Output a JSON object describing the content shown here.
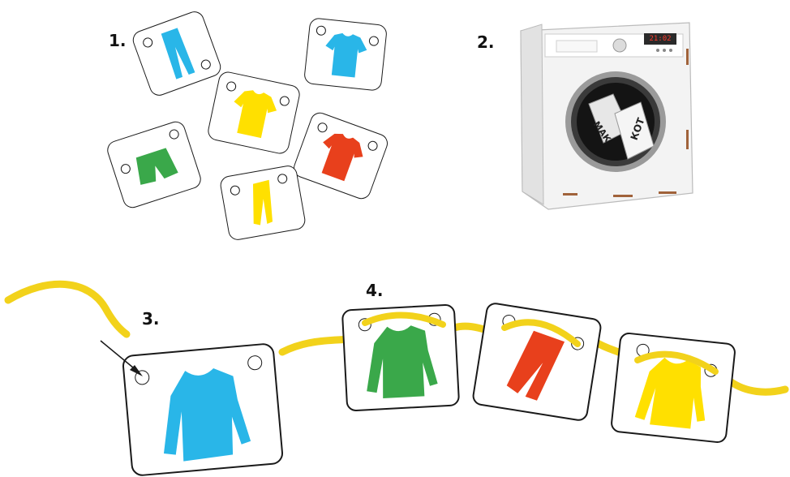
{
  "steps": [
    "1.",
    "2.",
    "3.",
    "4."
  ],
  "machine": {
    "display": "21:02",
    "tags": [
      "МАК",
      "КОТ"
    ]
  },
  "colors": {
    "blue": "#29b6e8",
    "yellow": "#ffe000",
    "green": "#3aa84a",
    "red": "#e8401c",
    "string": "#f2d21b",
    "outline": "#1a1a1a"
  },
  "cards_step1": [
    {
      "garment": "trousers",
      "color": "blue"
    },
    {
      "garment": "t-shirt",
      "color": "blue"
    },
    {
      "garment": "t-shirt",
      "color": "yellow"
    },
    {
      "garment": "shorts",
      "color": "green"
    },
    {
      "garment": "t-shirt",
      "color": "red"
    },
    {
      "garment": "trousers",
      "color": "yellow"
    }
  ],
  "cards_step3": [
    {
      "garment": "long-sleeve",
      "color": "blue"
    }
  ],
  "cards_step4": [
    {
      "garment": "long-sleeve",
      "color": "green"
    },
    {
      "garment": "trousers",
      "color": "red"
    },
    {
      "garment": "long-sleeve",
      "color": "yellow"
    }
  ]
}
